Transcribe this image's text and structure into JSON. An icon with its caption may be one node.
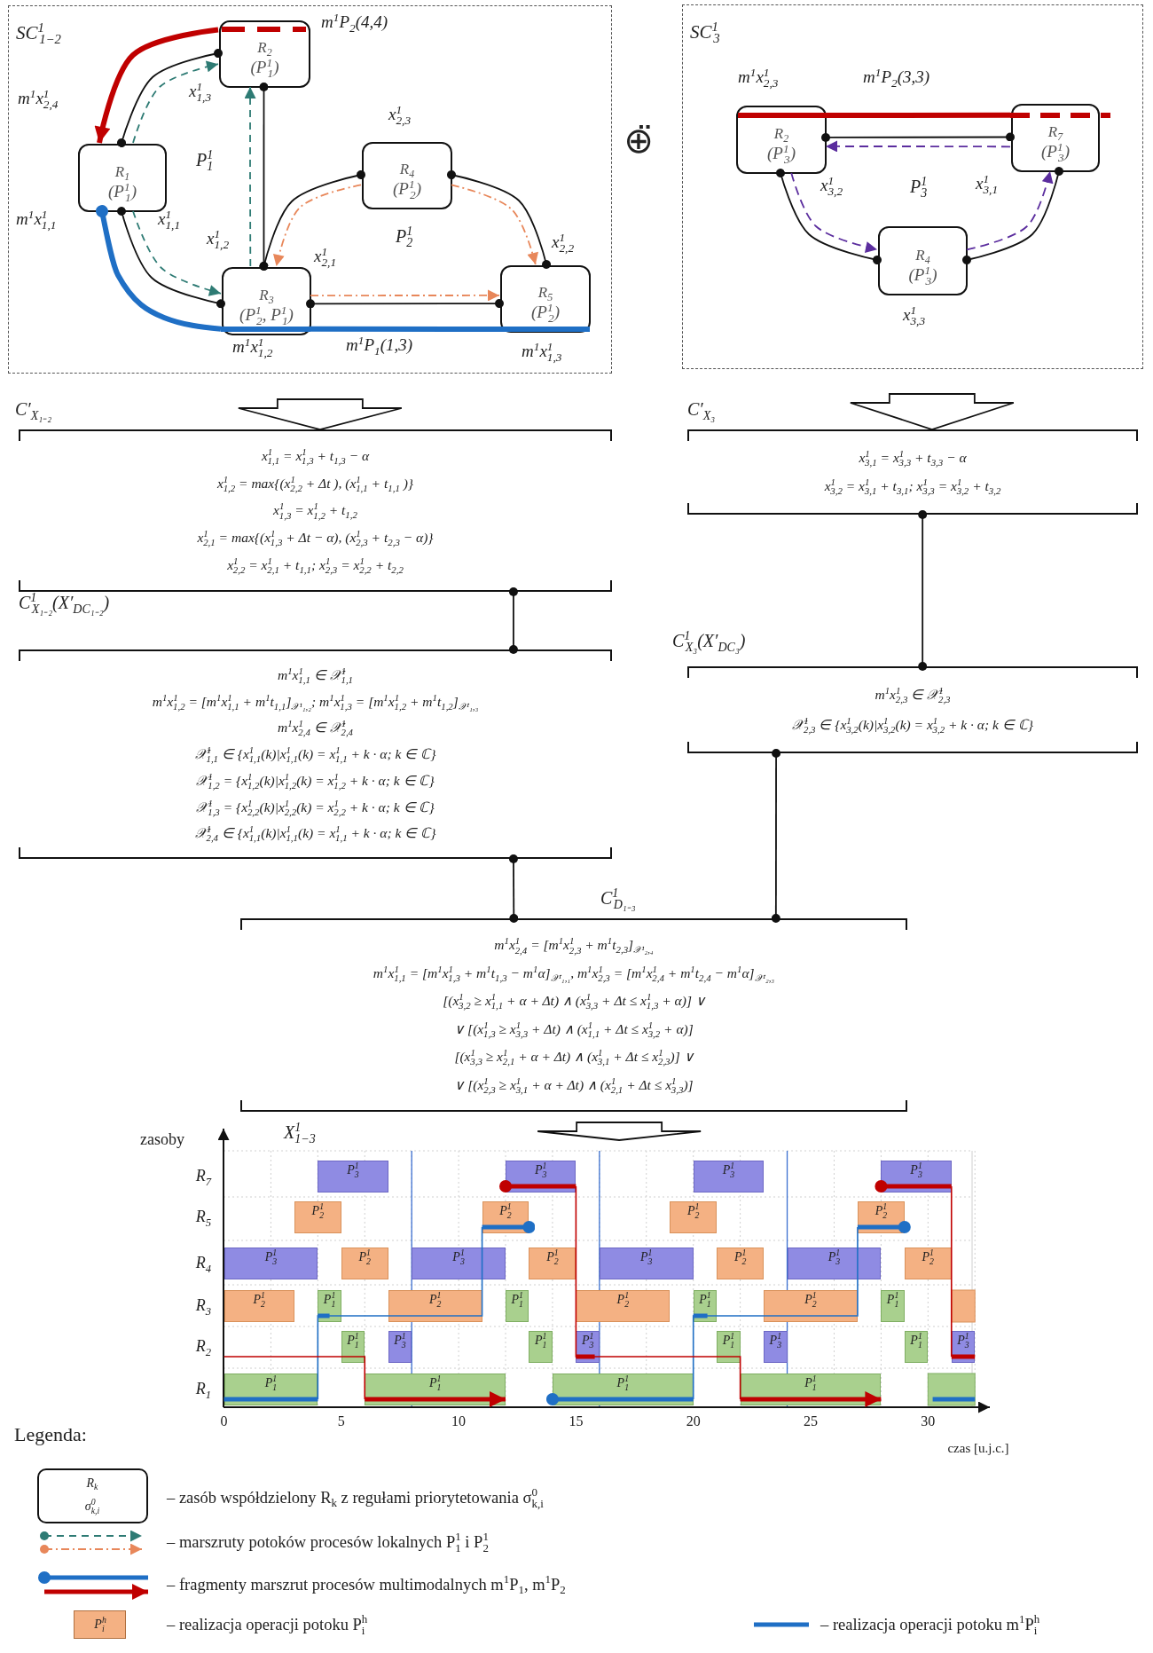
{
  "diagram": {
    "nodes": [
      {
        "text": [
          "SC$^{1}$$_{1−2}$"
        ]
      },
      {
        "text": [
          "R$_{1}$",
          "(P$^{1}$$_{1}$)"
        ],
        "in": 0
      },
      {
        "text": [
          "R$_{2}$",
          "(P$^{1}$$_{1}$)"
        ],
        "in": 0
      },
      {
        "text": [
          "R$_{3}$",
          "(P$^{1}$$_{2}$, P$^{1}$$_{1}$)"
        ],
        "in": 0
      },
      {
        "text": [
          "R$_{4}$",
          "(P$^{1}$$_{2}$)"
        ],
        "in": 0
      },
      {
        "text": [
          "R$_{5}$",
          "(P$^{1}$$_{2}$)"
        ],
        "in": 0
      },
      {
        "text": [
          "SC$^{1}$$_{3}$"
        ]
      },
      {
        "text": [
          "R$_{2}$",
          "(P$^{1}$$_{3}$)"
        ],
        "in": 6
      },
      {
        "text": [
          "R$_{7}$",
          "(P$^{1}$$_{3}$)"
        ],
        "in": 6
      },
      {
        "text": [
          "R$_{4}$",
          "(P$^{1}$$_{3}$)"
        ],
        "in": 6
      },
      {
        "text": [
          "C′$_{X₁₋₂}$",
          "x$^{1}$$_{1,1}$ = x$^{1}$$_{1,3}$ + t$_{1,3}$ − α",
          "x$^{1}$$_{1,2}$ = max{(x$^{1}$$_{2,2}$ + Δt ), (x$^{1}$$_{1,1}$ + t$_{1,1}$ )}",
          "x$^{1}$$_{1,3}$ = x$^{1}$$_{1,2}$ + t$_{1,2}$",
          "x$^{1}$$_{2,1}$ = max{(x$^{1}$$_{1,3}$ + Δt − α), (x$^{1}$$_{2,3}$ + t$_{2,3}$ − α)}",
          "x$^{1}$$_{2,2}$ = x$^{1}$$_{2,1}$ + t$_{1,1}$; x$^{1}$$_{2,3}$ = x$^{1}$$_{2,2}$ + t$_{2,2}$"
        ]
      },
      {
        "text": [
          "C′$_{X₃}$",
          "x$^{1}$$_{3,1}$ = x$^{1}$$_{3,3}$ + t$_{3,3}$ − α",
          "x$^{1}$$_{3,2}$ = x$^{1}$$_{3,1}$ + t$_{3,1}$; x$^{1}$$_{3,3}$ = x$^{1}$$_{3,2}$ + t$_{3,2}$"
        ]
      },
      {
        "text": [
          "C$^{1}$$_{X₁₋₂}$(X′$_{DC₁₋₂}$)",
          "m$^{1}$x$^{1}$$_{1,1}$ ∈ 𝒳$^{1}$$_{1,1}$",
          "m$^{1}$x$^{1}$$_{1,2}$ = [m$^{1}$x$^{1}$$_{1,1}$ + m$^{1}$t$_{1,1}$]$_{𝒳¹₁,₂}$; m$^{1}$x$^{1}$$_{1,3}$ = [m$^{1}$x$^{1}$$_{1,2}$ + m$^{1}$t$_{1,2}$]$_{𝒳¹₁,₃}$",
          "m$^{1}$x$^{1}$$_{2,4}$ ∈ 𝒳$^{1}$$_{2,4}$",
          "𝒳$^{1}$$_{1,1}$ ∈ {x$^{1}$$_{1,1}$(k)|x$^{1}$$_{1,1}$(k) = x$^{1}$$_{1,1}$ + k · α; k ∈ ℂ}",
          "𝒳$^{1}$$_{1,2}$ = {x$^{1}$$_{1,2}$(k)|x$^{1}$$_{1,2}$(k) = x$^{1}$$_{1,2}$ + k · α; k ∈ ℂ}",
          "𝒳$^{1}$$_{1,3}$ = {x$^{1}$$_{2,2}$(k)|x$^{1}$$_{2,2}$(k) = x$^{1}$$_{2,2}$ + k · α; k ∈ ℂ}",
          "𝒳$^{1}$$_{2,4}$ ∈ {x$^{1}$$_{1,1}$(k)|x$^{1}$$_{1,1}$(k) = x$^{1}$$_{1,1}$ + k · α; k ∈ ℂ}"
        ]
      },
      {
        "text": [
          "C$^{1}$$_{X₃}$(X′$_{DC₃}$)",
          "m$^{1}$x$^{1}$$_{2,3}$ ∈ 𝒳$^{1}$$_{2,3}$",
          "𝒳$^{1}$$_{2,3}$ ∈ {x$^{1}$$_{3,2}$(k)|x$^{1}$$_{3,2}$(k) = x$^{1}$$_{3,2}$ + k · α; k ∈ ℂ}"
        ]
      },
      {
        "text": [
          "C$^{1}$$_{D₁₋₃}$",
          "m$^{1}$x$^{1}$$_{2,4}$ = [m$^{1}$x$^{1}$$_{2,3}$ + m$^{1}$t$_{2,3}$]$_{𝒳¹₂,₄}$",
          "m$^{1}$x$^{1}$$_{1,1}$ = [m$^{1}$x$^{1}$$_{1,3}$ + m$^{1}$t$_{1,3}$ − m$^{1}$α]$_{𝒳¹₁,₁}$, m$^{1}$x$^{1}$$_{2,3}$ = [m$^{1}$x$^{1}$$_{2,4}$ + m$^{1}$t$_{2,4}$ − m$^{1}$α]$_{𝒳¹₂,₃}$",
          "[(x$^{1}$$_{3,2}$ ≥ x$^{1}$$_{1,1}$ + α + Δt) ∧ (x$^{1}$$_{3,3}$ + Δt ≤ x$^{1}$$_{1,3}$ + α)] ∨",
          "∨ [(x$^{1}$$_{1,3}$ ≥ x$^{1}$$_{3,3}$ + Δt) ∧ (x$^{1}$$_{1,1}$ + Δt ≤ x$^{1}$$_{3,2}$ + α)]",
          "[(x$^{1}$$_{3,3}$ ≥ x$^{1}$$_{2,1}$ + α + Δt) ∧ (x$^{1}$$_{3,1}$ + Δt ≤ x$^{1}$$_{2,3}$)] ∨",
          "∨ [(x$^{1}$$_{2,3}$ ≥ x$^{1}$$_{3,1}$ + α + Δt) ∧ (x$^{1}$$_{2,1}$ + Δt ≤ x$^{1}$$_{3,3}$)]"
        ]
      }
    ],
    "edges": [
      {
        "from": 1,
        "to": 2,
        "arrow": "other"
      },
      {
        "from": 2,
        "to": 3,
        "arrow": "other"
      },
      {
        "from": 1,
        "to": 3,
        "arrow": "other"
      },
      {
        "from": 3,
        "to": 4,
        "arrow": "other"
      },
      {
        "from": 4,
        "to": 5,
        "arrow": "other"
      },
      {
        "from": 3,
        "to": 5,
        "arrow": "other"
      },
      {
        "from": 1,
        "to": 3,
        "arrow": "to",
        "style": "dashed",
        "color": "#2e7b74"
      },
      {
        "from": 3,
        "to": 2,
        "arrow": "to",
        "style": "dashed",
        "color": "#2e7b74"
      },
      {
        "from": 1,
        "to": 2,
        "arrow": "to",
        "style": "dashed",
        "color": "#2e7b74"
      },
      {
        "from": 4,
        "to": 3,
        "arrow": "to",
        "style": "dashed",
        "color": "#e8875a"
      },
      {
        "from": 4,
        "to": 5,
        "arrow": "to",
        "style": "dashed",
        "color": "#e8875a"
      },
      {
        "from": 3,
        "to": 5,
        "arrow": "to",
        "style": "dashed",
        "color": "#e8875a"
      },
      {
        "from": 2,
        "to": 1,
        "arrow": "to",
        "style": "thick",
        "color": "#c00000"
      },
      {
        "from": 1,
        "to": 3,
        "arrow": "other",
        "style": "thick",
        "color": "#1f6fc5"
      },
      {
        "from": 7,
        "to": 8,
        "arrow": "other"
      },
      {
        "from": 7,
        "to": 9,
        "arrow": "other"
      },
      {
        "from": 9,
        "to": 8,
        "arrow": "other"
      },
      {
        "from": 8,
        "to": 7,
        "arrow": "to",
        "style": "dashed",
        "color": "#5b2d9e"
      },
      {
        "from": 7,
        "to": 9,
        "arrow": "to",
        "style": "dashed",
        "color": "#5b2d9e"
      },
      {
        "from": 9,
        "to": 8,
        "arrow": "to",
        "style": "dashed",
        "color": "#5b2d9e"
      },
      {
        "from": 7,
        "to": 8,
        "arrow": "none",
        "style": "thick",
        "color": "#c00000"
      },
      {
        "from": 0,
        "to": 10,
        "arrow": "to"
      },
      {
        "from": 6,
        "to": 11,
        "arrow": "to"
      },
      {
        "from": 14,
        "to": null,
        "arrow": "to"
      },
      {
        "from": 10,
        "to": 12,
        "arrow": "other"
      },
      {
        "from": 11,
        "to": 13,
        "arrow": "other"
      },
      {
        "from": 12,
        "to": 14,
        "arrow": "other"
      },
      {
        "from": 13,
        "to": 14,
        "arrow": "other"
      },
      {
        "from": 3,
        "to": 5,
        "arrow": "none",
        "style": "thick",
        "color": "#1f6fc5"
      }
    ],
    "labels": [
      "m$^{1}$P$_{2}$(4,4)",
      "m$^{1}$x$^{1}$$_{2,4}$",
      "x$^{1}$$_{1,3}$",
      "x$^{1}$$_{2,3}$",
      "P$^{1}$$_{1}$",
      "m$^{1}$x$^{1}$$_{1,1}$",
      "x$^{1}$$_{1,1}$",
      "x$^{1}$$_{1,2}$",
      "x$^{1}$$_{2,1}$",
      "P$^{1}$$_{2}$",
      "x$^{1}$$_{2,2}$",
      "m$^{1}$x$^{1}$$_{1,2}$",
      "m$^{1}$P$_{1}$(1,3)",
      "m$^{1}$x$^{1}$$_{1,3}$",
      "⊕̈",
      "m$^{1}$x$^{1}$$_{2,3}$",
      "m$^{1}$P$_{2}$(3,3)",
      "x$^{1}$$_{3,2}$",
      "P$^{1}$$_{3}$",
      "x$^{1}$$_{3,1}$",
      "x$^{1}$$_{3,3}$",
      "zasoby",
      "X$^{1}$$_{1−3}$",
      "R$_{7}$",
      "P$^{1}$$_{3}$",
      "P$^{1}$$_{3}$",
      "P$^{1}$$_{3}$",
      "P$^{1}$$_{3}$",
      "R$_{5}$",
      "P$^{1}$$_{2}$",
      "P$^{1}$$_{2}$",
      "P$^{1}$$_{2}$",
      "P$^{1}$$_{2}$",
      "R$_{4}$",
      "P$^{1}$$_{3}$",
      "P$^{1}$$_{2}$",
      "P$^{1}$$_{3}$",
      "P$^{1}$$_{2}$",
      "P$^{1}$$_{3}$",
      "P$^{1}$$_{2}$",
      "P$^{1}$$_{3}$",
      "P$^{1}$$_{2}$",
      "R$_{3}$",
      "P$^{1}$$_{2}$",
      "P$^{1}$$_{1}$",
      "P$^{1}$$_{2}$",
      "P$^{1}$$_{1}$",
      "P$^{1}$$_{2}$",
      "P$^{1}$$_{1}$",
      "P$^{1}$$_{2}$",
      "P$^{1}$$_{1}$",
      "R$_{2}$",
      "P$^{1}$$_{1}$",
      "P$^{1}$$_{3}$",
      "P$^{1}$$_{1}$",
      "P$^{1}$$_{3}$",
      "P$^{1}$$_{1}$",
      "P$^{1}$$_{3}$",
      "P$^{1}$$_{1}$",
      "P$^{1}$$_{3}$",
      "R$_{1}$",
      "P$^{1}$$_{1}$",
      "P$^{1}$$_{1}$",
      "P$^{1}$$_{1}$",
      "P$^{1}$$_{1}$",
      "0",
      "5",
      "10",
      "15",
      "20",
      "25",
      "30",
      "czas [u.j.c.]",
      "Legenda:",
      "R$_{k}$",
      "σ$^{0}$$_{k,i}$",
      "P$^{h}$$_{i}$"
    ],
    "legend": [
      {
        "text": "– zasób współdzielony R$_{k}$ z regułami priorytetowania σ$^{0}$$_{k,i}$"
      },
      {
        "text": "– marszruty potoków procesów lokalnych P$^{1}$$_{1}$ i P$^{1}$$_{2}$"
      },
      {
        "text": "– fragmenty marszrut procesów multimodalnych m$^{1}$P$_{1}$, m$^{1}$P$_{2}$"
      },
      {
        "text": "– realizacja operacji potoku P$^{h}$$_{i}$",
        "color": "#f4b183"
      },
      {
        "text": "– realizacja operacji potoku m$^{1}$P$^{h}$$_{i}$"
      }
    ]
  }
}
